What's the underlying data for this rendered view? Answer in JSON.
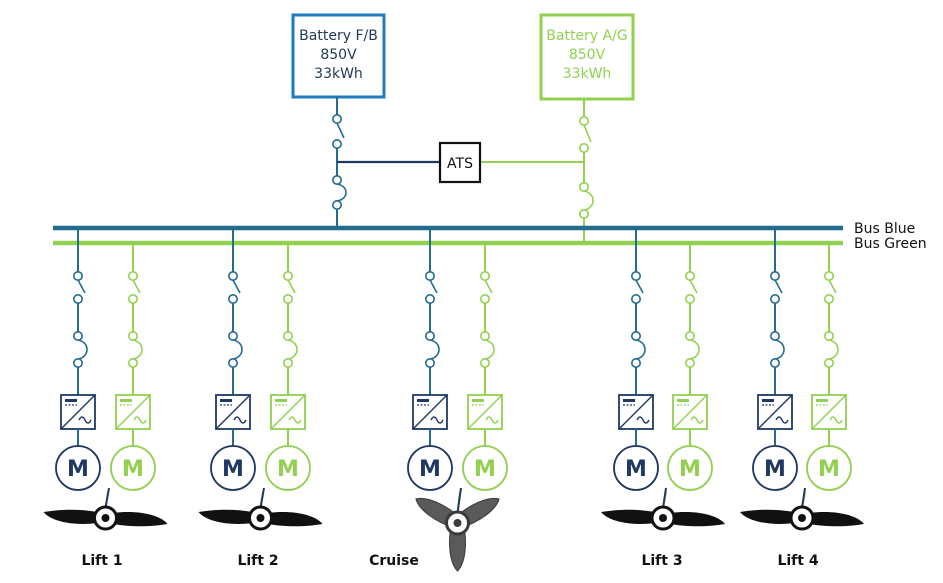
{
  "batteries": [
    {
      "lines": [
        "Battery F/B",
        "850V",
        "33kWh"
      ],
      "color": "#1f7bbf",
      "text_color": "#1f3a5a"
    },
    {
      "lines": [
        "Battery A/G",
        "850V",
        "33kWh"
      ],
      "color": "#92d050",
      "text_color": "#92d050"
    }
  ],
  "ats": {
    "label": "ATS"
  },
  "buses": [
    {
      "label": "Bus Blue",
      "color": "#236c8e"
    },
    {
      "label": "Bus Green",
      "color": "#92d050"
    }
  ],
  "colors": {
    "blue_line": "#236c8e",
    "navy": "#1f3864",
    "green": "#92d050",
    "rotor": "#111111",
    "cruise_rotor": "#5a5a5a"
  },
  "motor_label": "M",
  "units": [
    {
      "label": "Lift 1",
      "rotor": "lift"
    },
    {
      "label": "Lift 2",
      "rotor": "lift"
    },
    {
      "label": "Cruise",
      "rotor": "cruise"
    },
    {
      "label": "Lift 3",
      "rotor": "lift"
    },
    {
      "label": "Lift 4",
      "rotor": "lift"
    }
  ]
}
